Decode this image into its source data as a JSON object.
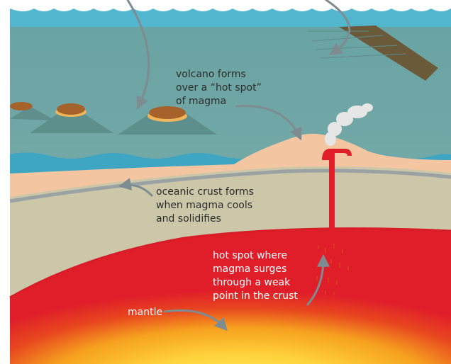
{
  "labels": {
    "volcano": "volcano forms\nover a “hot spot”\nof magma",
    "oceanic_crust": "oceanic crust forms\nwhen magma cools\nand solidifies",
    "hot_spot": "hot spot where\nmagma surges\nthrough a weak\npoint in the crust",
    "mantle": "mantle"
  },
  "colors": {
    "sky": "#52b6cf",
    "ocean": "#6da5a3",
    "crust": "#cbc7a8",
    "sand": "#f3c6a1",
    "magma": "#e01e2a",
    "mantle_glow": "#ffd23a",
    "arrow": "#7e8c92"
  }
}
